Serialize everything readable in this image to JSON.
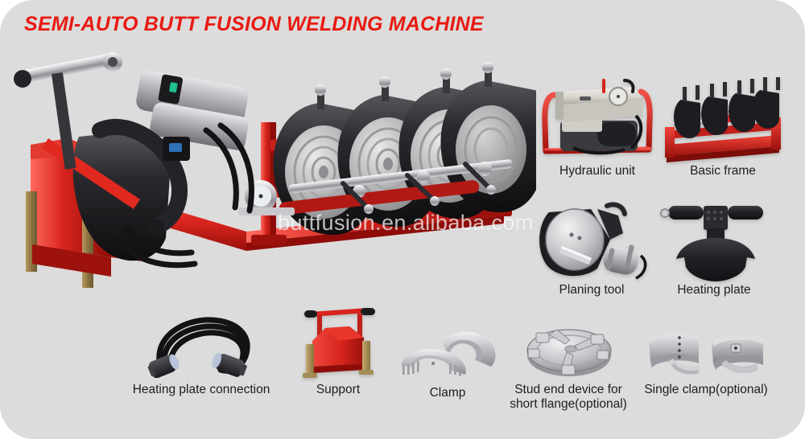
{
  "header": {
    "title": "SEMI-AUTO BUTT FUSION WELDING MACHINE",
    "title_color": "#e81a12"
  },
  "watermark": {
    "text": "buttfusion.en.alibaba.com"
  },
  "background": {
    "panel_color": "#dcdcdc",
    "outer_color": "#ffffff"
  },
  "main_product": {
    "name": "semi-auto-butt-fusion-welding-machine",
    "frame_color": "#d8241d",
    "clamp_color": "#1c1c1c",
    "stripe_color": "#f2cc14",
    "clamp_count": 4
  },
  "components": [
    {
      "id": "hydraulic-unit",
      "label": "Hydraulic unit"
    },
    {
      "id": "basic-frame",
      "label": "Basic frame"
    },
    {
      "id": "planing-tool",
      "label": "Planing tool"
    },
    {
      "id": "heating-plate",
      "label": "Heating plate"
    },
    {
      "id": "heating-plate-connection",
      "label": "Heating plate connection"
    },
    {
      "id": "support",
      "label": "Support"
    },
    {
      "id": "clamp",
      "label": "Clamp"
    },
    {
      "id": "stud-end-device",
      "label": "Stud end device for\nshort flange(optional)"
    },
    {
      "id": "single-clamp",
      "label": "Single clamp(optional)"
    }
  ]
}
